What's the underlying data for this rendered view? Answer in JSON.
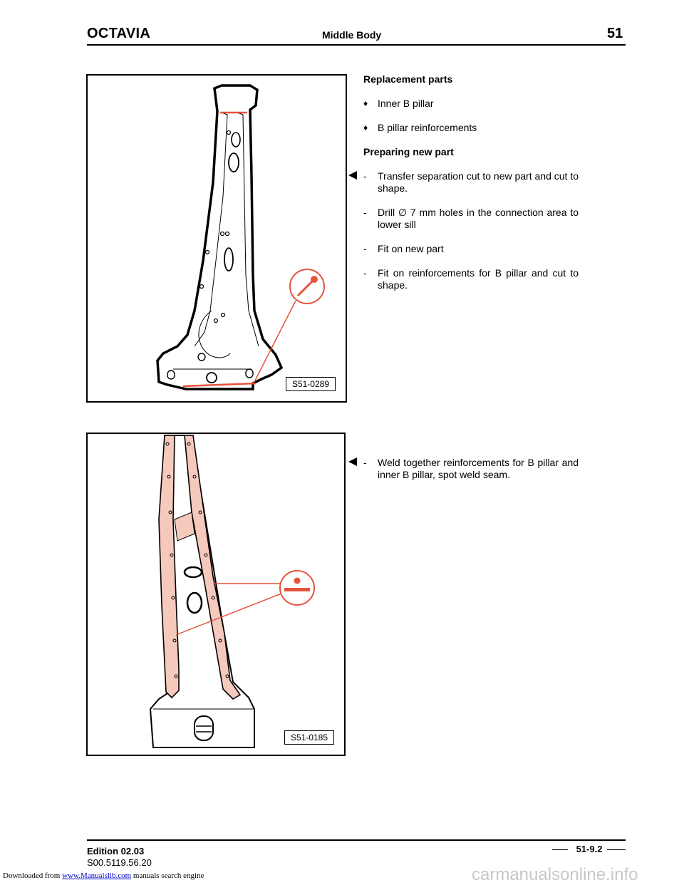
{
  "header": {
    "brand": "OCTAVIA",
    "section": "Middle Body",
    "page_number": "51"
  },
  "figure1": {
    "label": "S51-0289"
  },
  "figure2": {
    "label": "S51-0185"
  },
  "text1": {
    "heading_replacement": "Replacement parts",
    "bullets": [
      "Inner B pillar",
      "B pillar reinforcements"
    ],
    "bullet_symbol": "♦",
    "heading_preparing": "Preparing new part",
    "steps": [
      "Transfer separation cut to new part and cut to shape.",
      "Drill ∅ 7 mm holes in the connection area to lower sill",
      "Fit on new part",
      "Fit on reinforcements for B pillar and cut to shape."
    ],
    "dash": "-"
  },
  "text2": {
    "steps": [
      "Weld together reinforcements for B pillar and inner B pillar, spot weld seam."
    ]
  },
  "footer": {
    "edition": "Edition 02.03",
    "doc_id": "S00.5119.56.20",
    "page_ref": "51-9.2"
  },
  "download_note": {
    "prefix": "Downloaded from ",
    "link": "www.Manualslib.com",
    "suffix": " manuals search engine"
  },
  "watermark": "carmanualsonline.info",
  "colors": {
    "accent": "#e5533c",
    "highlight": "#f6c9bd"
  }
}
